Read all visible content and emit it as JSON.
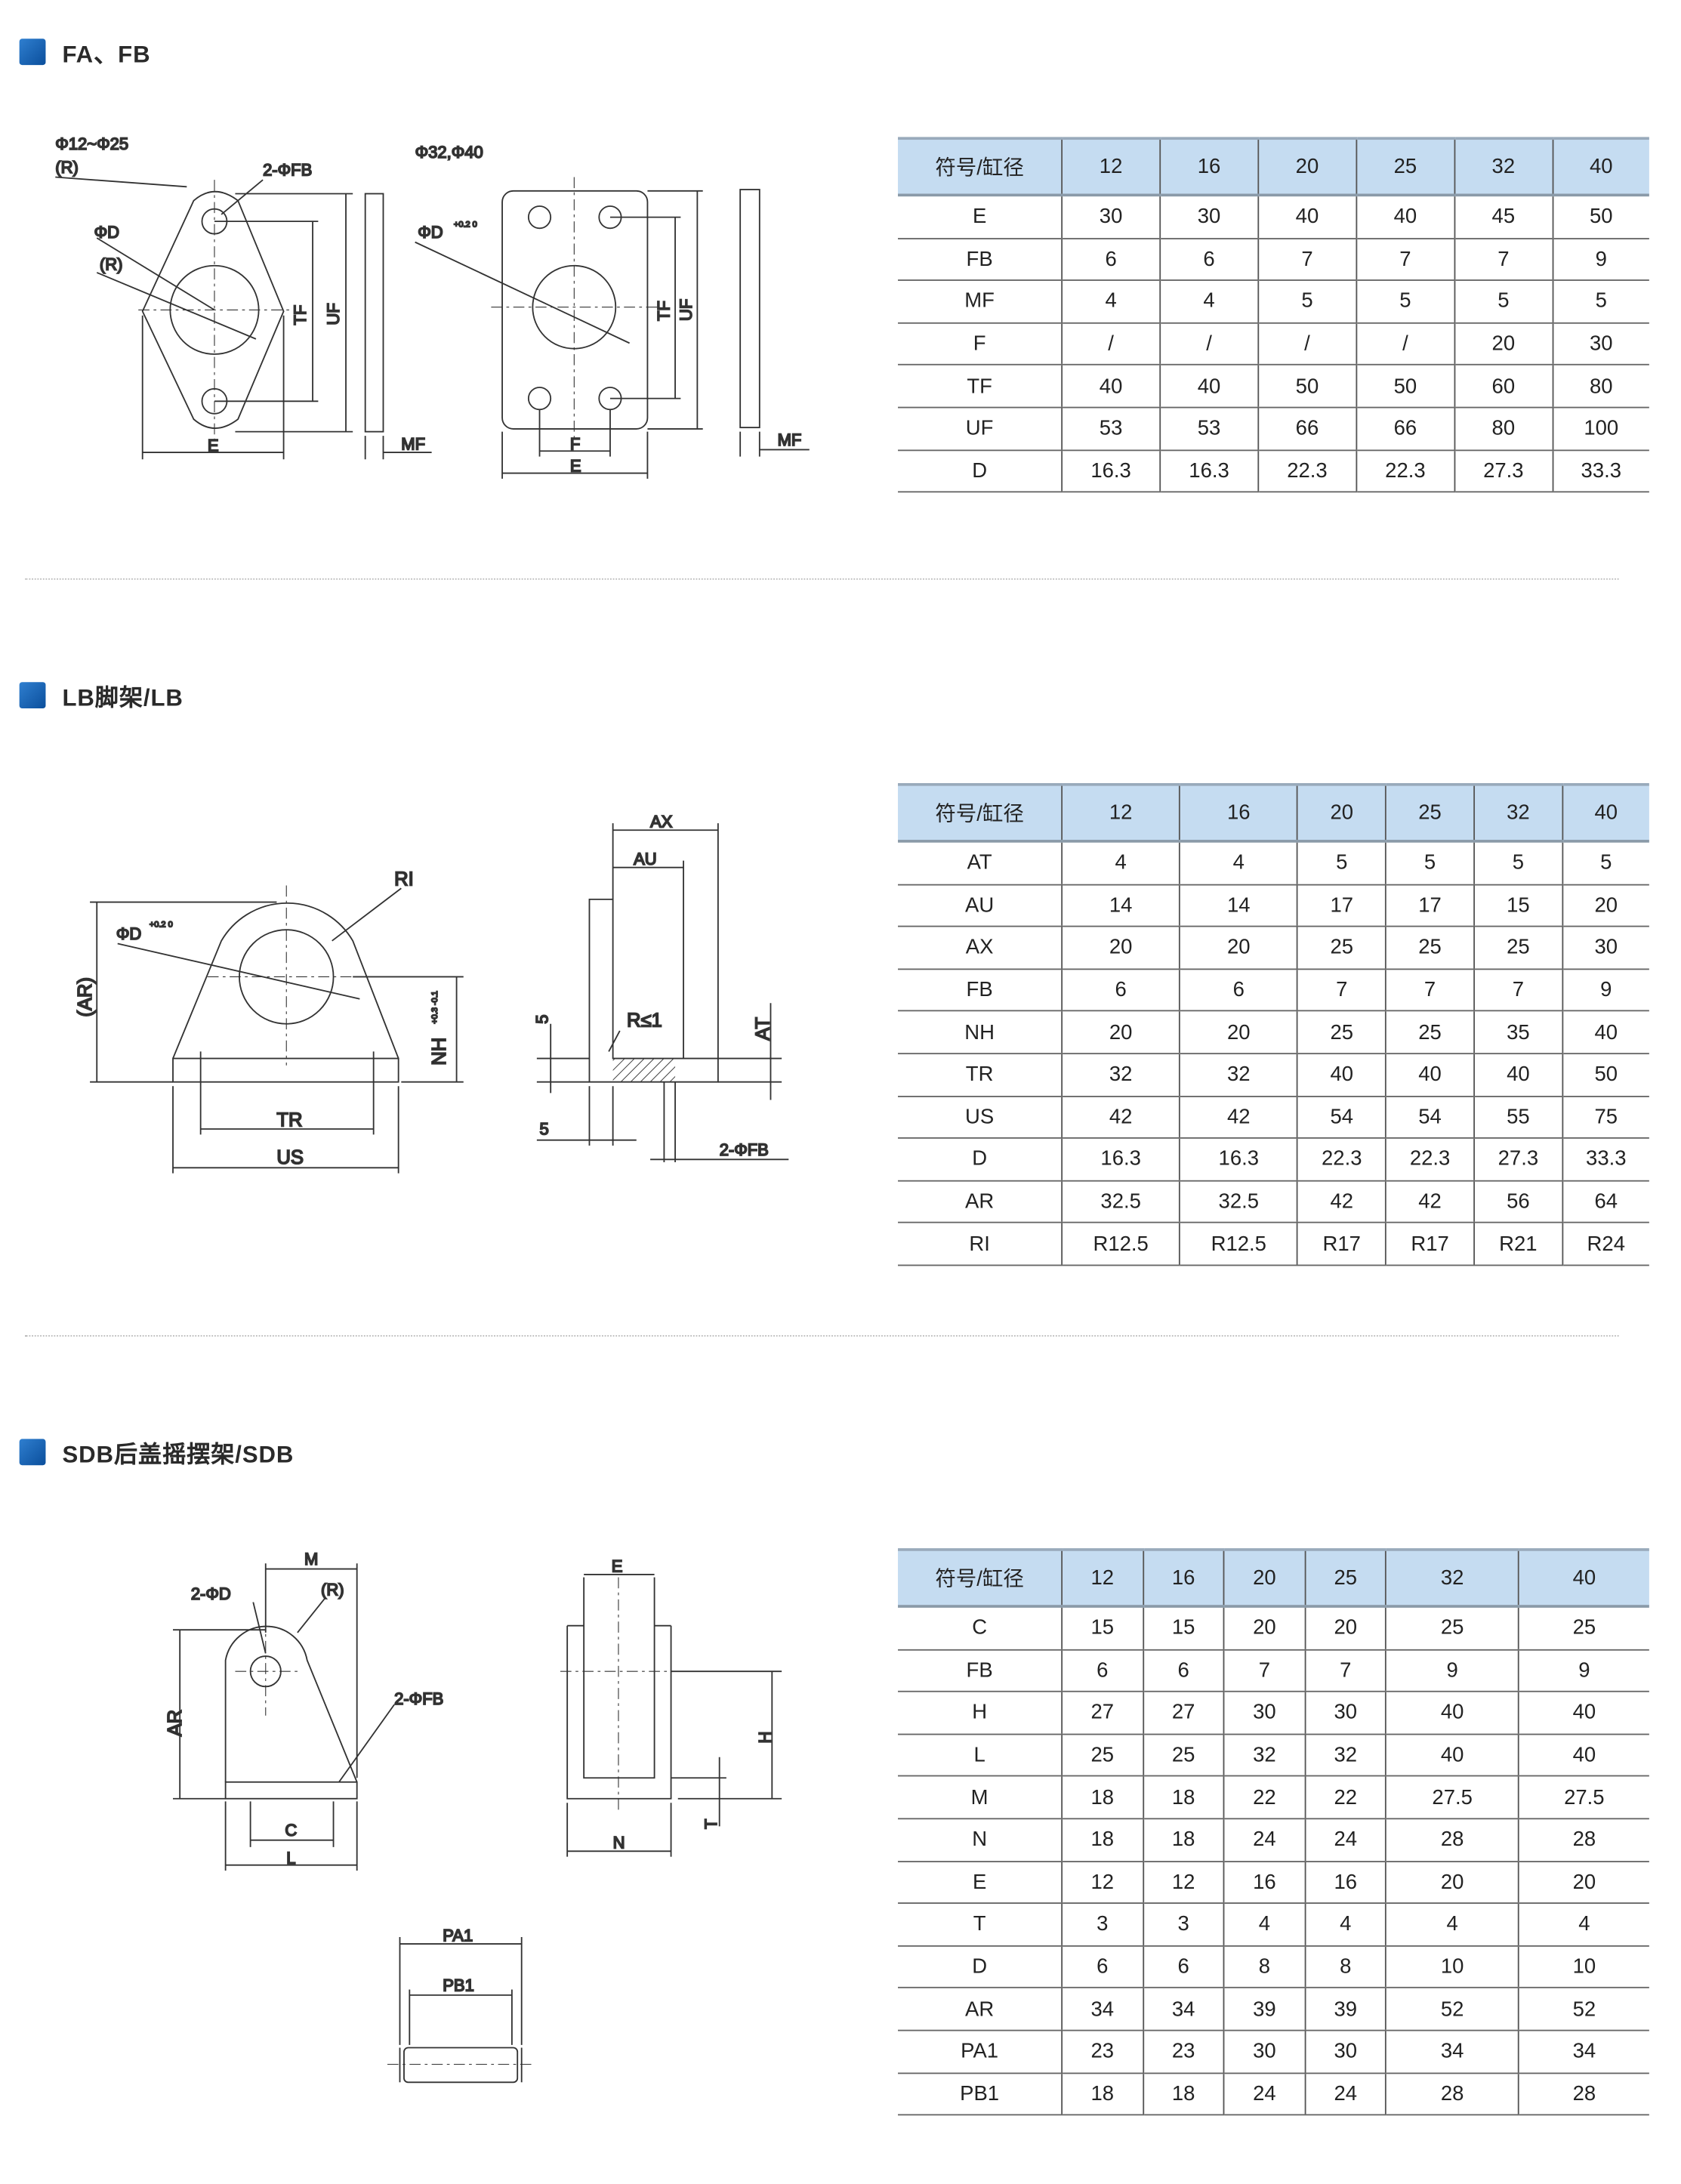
{
  "sections": [
    {
      "title": "FA、FB"
    },
    {
      "title": "LB脚架/LB"
    },
    {
      "title": "SDB后盖摇摆架/SDB"
    }
  ],
  "tables": [
    {
      "header": [
        "符号/缸径",
        "12",
        "16",
        "20",
        "25",
        "32",
        "40"
      ],
      "rows": [
        [
          "E",
          "30",
          "30",
          "40",
          "40",
          "45",
          "50"
        ],
        [
          "FB",
          "6",
          "6",
          "7",
          "7",
          "7",
          "9"
        ],
        [
          "MF",
          "4",
          "4",
          "5",
          "5",
          "5",
          "5"
        ],
        [
          "F",
          "/",
          "/",
          "/",
          "/",
          "20",
          "30"
        ],
        [
          "TF",
          "40",
          "40",
          "50",
          "50",
          "60",
          "80"
        ],
        [
          "UF",
          "53",
          "53",
          "66",
          "66",
          "80",
          "100"
        ],
        [
          "D",
          "16.3",
          "16.3",
          "22.3",
          "22.3",
          "27.3",
          "33.3"
        ]
      ]
    },
    {
      "header": [
        "符号/缸径",
        "12",
        "16",
        "20",
        "25",
        "32",
        "40"
      ],
      "rows": [
        [
          "AT",
          "4",
          "4",
          "5",
          "5",
          "5",
          "5"
        ],
        [
          "AU",
          "14",
          "14",
          "17",
          "17",
          "15",
          "20"
        ],
        [
          "AX",
          "20",
          "20",
          "25",
          "25",
          "25",
          "30"
        ],
        [
          "FB",
          "6",
          "6",
          "7",
          "7",
          "7",
          "9"
        ],
        [
          "NH",
          "20",
          "20",
          "25",
          "25",
          "35",
          "40"
        ],
        [
          "TR",
          "32",
          "32",
          "40",
          "40",
          "40",
          "50"
        ],
        [
          "US",
          "42",
          "42",
          "54",
          "54",
          "55",
          "75"
        ],
        [
          "D",
          "16.3",
          "16.3",
          "22.3",
          "22.3",
          "27.3",
          "33.3"
        ],
        [
          "AR",
          "32.5",
          "32.5",
          "42",
          "42",
          "56",
          "64"
        ],
        [
          "RI",
          "R12.5",
          "R12.5",
          "R17",
          "R17",
          "R21",
          "R24"
        ]
      ]
    },
    {
      "header": [
        "符号/缸径",
        "12",
        "16",
        "20",
        "25",
        "32",
        "40"
      ],
      "rows": [
        [
          "C",
          "15",
          "15",
          "20",
          "20",
          "25",
          "25"
        ],
        [
          "FB",
          "6",
          "6",
          "7",
          "7",
          "9",
          "9"
        ],
        [
          "H",
          "27",
          "27",
          "30",
          "30",
          "40",
          "40"
        ],
        [
          "L",
          "25",
          "25",
          "32",
          "32",
          "40",
          "40"
        ],
        [
          "M",
          "18",
          "18",
          "22",
          "22",
          "27.5",
          "27.5"
        ],
        [
          "N",
          "18",
          "18",
          "24",
          "24",
          "28",
          "28"
        ],
        [
          "E",
          "12",
          "12",
          "16",
          "16",
          "20",
          "20"
        ],
        [
          "T",
          "3",
          "3",
          "4",
          "4",
          "4",
          "4"
        ],
        [
          "D",
          "6",
          "6",
          "8",
          "8",
          "10",
          "10"
        ],
        [
          "AR",
          "34",
          "34",
          "39",
          "39",
          "52",
          "52"
        ],
        [
          "PA1",
          "23",
          "23",
          "30",
          "30",
          "34",
          "34"
        ],
        [
          "PB1",
          "18",
          "18",
          "24",
          "24",
          "28",
          "28"
        ]
      ]
    }
  ],
  "drawings": {
    "fa": {
      "range_small": "Φ12~Φ25",
      "r": "(R)",
      "fb": "2-ΦFB",
      "d": "ΦD",
      "r2": "(R)",
      "tf": "TF",
      "uf": "UF",
      "e": "E",
      "mf": "MF"
    },
    "fb": {
      "range_large": "Φ32,Φ40",
      "d": "ΦD",
      "tol": "+0.2 0",
      "tf": "TF",
      "uf": "UF",
      "f": "F",
      "e": "E",
      "mf": "MF"
    },
    "lb": {
      "ri": "RI",
      "d": "ΦD",
      "tol": "+0.2 0",
      "ar": "(AR)",
      "nh": "NH",
      "nh_tol": "+0.3 -0.1",
      "tr": "TR",
      "us": "US",
      "ax": "AX",
      "au": "AU",
      "five_a": "5",
      "r1": "R≤1",
      "at": "AT",
      "five_b": "5",
      "fb": "2-ΦFB"
    },
    "sdb": {
      "m": "M",
      "d": "2-ΦD",
      "r": "(R)",
      "ar": "AR",
      "fb": "2-ΦFB",
      "c": "C",
      "l": "L",
      "e": "E",
      "h": "H",
      "t": "T",
      "n": "N",
      "pa1": "PA1",
      "pb1": "PB1"
    }
  },
  "colors": {
    "header_bg": "#c5dcf1",
    "accent": "#1560b0"
  }
}
